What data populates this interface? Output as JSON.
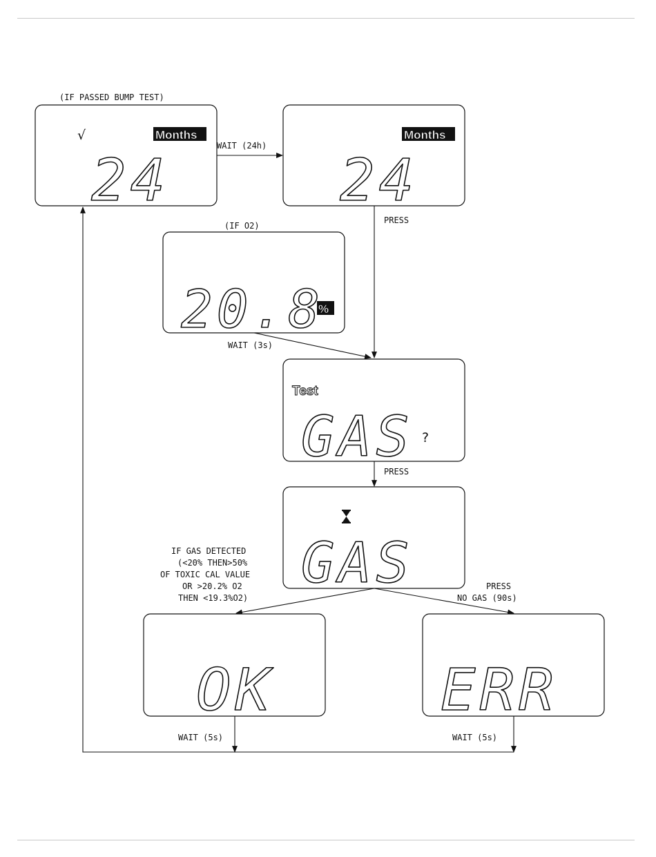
{
  "screens": {
    "bump_months": {
      "label": "(IF PASSED BUMP TEST)",
      "check": "√",
      "badge": "Months",
      "value": "24"
    },
    "months": {
      "badge": "Months",
      "value": "24"
    },
    "o2": {
      "label": "(IF O2)",
      "value": "20.8",
      "unit": "%"
    },
    "test_gas": {
      "tag": "Test",
      "value": "GAS",
      "suffix": "?"
    },
    "gas_wait": {
      "icon": "hourglass-icon",
      "value": "GAS"
    },
    "ok": {
      "value": "OK"
    },
    "err": {
      "value": "ERR"
    }
  },
  "transitions": {
    "wait_24h": "WAIT (24h)",
    "press_1": "PRESS",
    "wait_3s": "WAIT (3s)",
    "press_2": "PRESS",
    "gas_detected": [
      "IF GAS DETECTED",
      "(<20% THEN>50%",
      "OF TOXIC CAL VALUE",
      "OR >20.2% O2",
      "THEN <19.3%O2)"
    ],
    "no_gas": [
      "PRESS",
      "NO GAS (90s)"
    ],
    "wait_5s_ok": "WAIT (5s)",
    "wait_5s_err": "WAIT (5s)"
  }
}
